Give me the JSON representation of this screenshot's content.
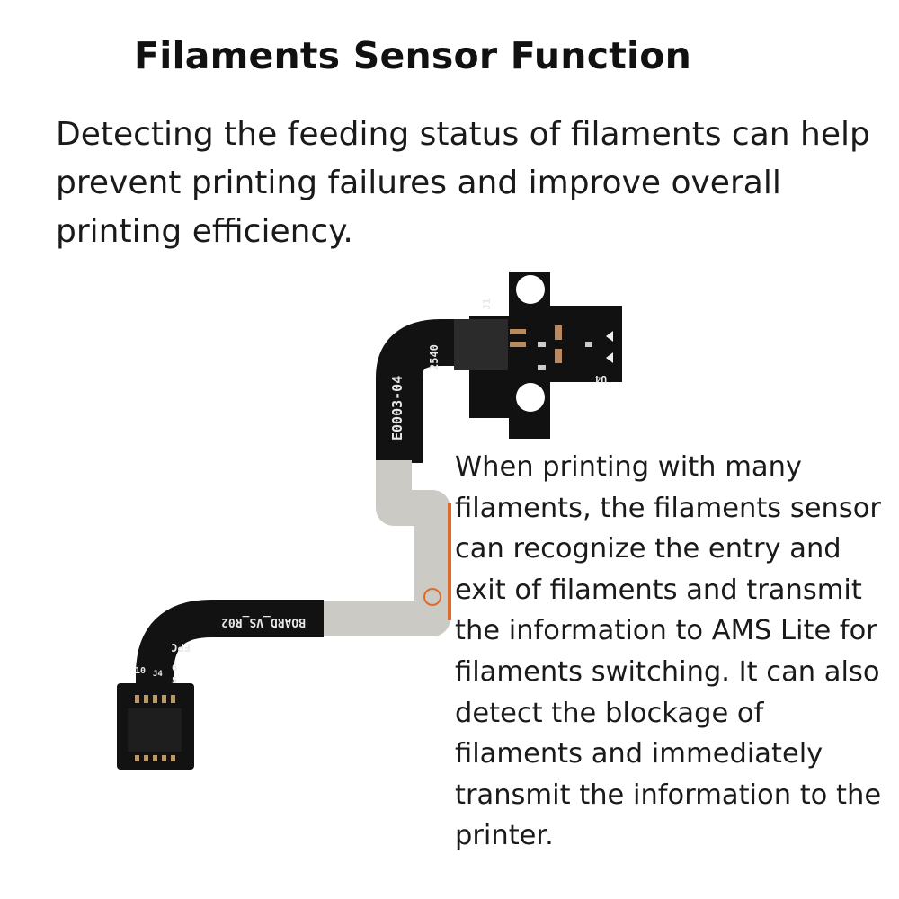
{
  "title": "Filaments Sensor Function",
  "intro_lines": [
    "Detecting the feeding status of filaments can help",
    "prevent printing failures and improve overall",
    "printing efficiency."
  ],
  "description_lines": [
    "When printing with many",
    "filaments, the filaments sensor",
    "can recognize the entry and",
    "exit of filaments and transmit",
    "the information to AMS Lite for",
    "filaments switching. It can also",
    "detect the blockage of",
    "filaments and immediately",
    "transmit the information to the",
    "printer."
  ],
  "pcb_labels": {
    "part_number": "E0003-04",
    "date_code": "2540",
    "board_name": "BOARD_VS_R02",
    "fpc": "FPC",
    "connector": "J4",
    "pin_10": "10",
    "pin_6": "6",
    "pin_5": "5",
    "j1": "J1",
    "u4": "U4"
  },
  "colors": {
    "pcb": "#111111",
    "stiffener": "#cbcac5",
    "accent_orange": "#e06a2c"
  }
}
